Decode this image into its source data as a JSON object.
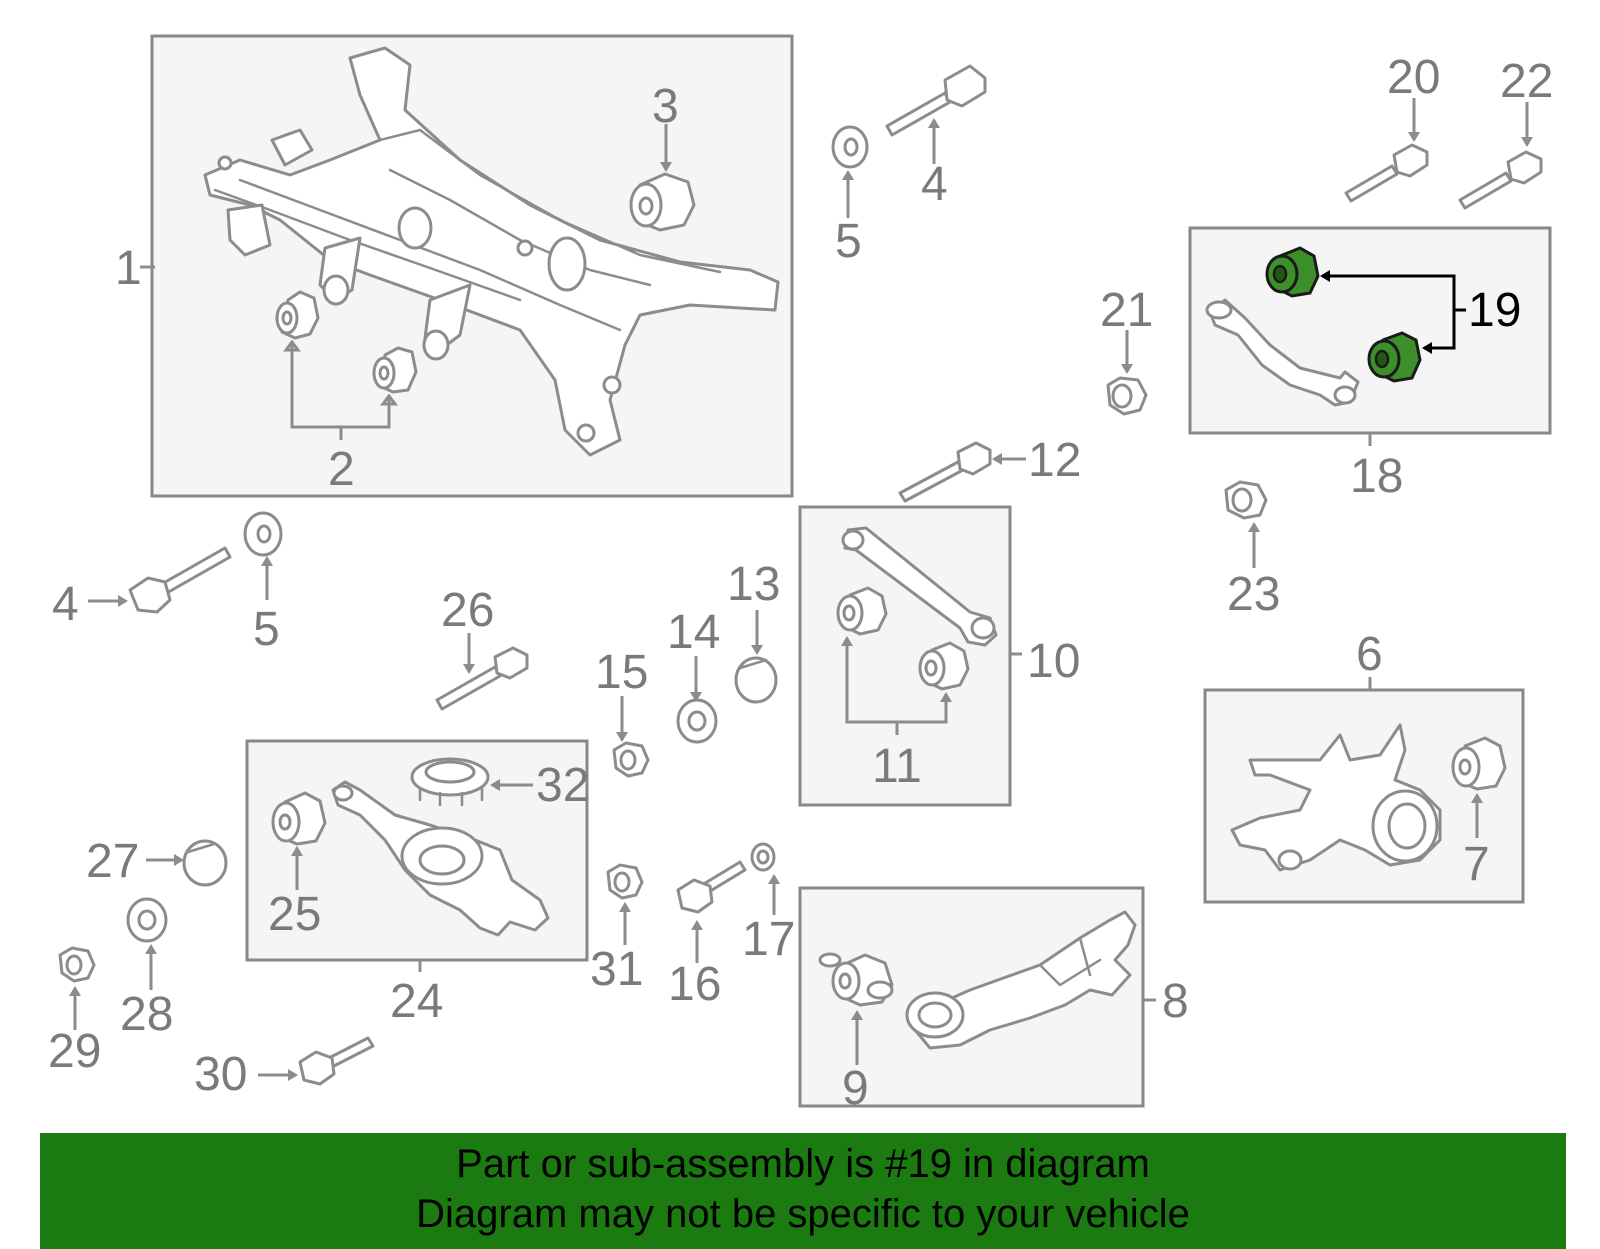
{
  "callouts": {
    "c1": "1",
    "c2": "2",
    "c3": "3",
    "c4a": "4",
    "c4b": "4",
    "c5a": "5",
    "c5b": "5",
    "c6": "6",
    "c7": "7",
    "c8": "8",
    "c9": "9",
    "c10": "10",
    "c11": "11",
    "c12": "12",
    "c13": "13",
    "c14": "14",
    "c15": "15",
    "c16": "16",
    "c17": "17",
    "c18": "18",
    "c19": "19",
    "c20": "20",
    "c21": "21",
    "c22": "22",
    "c23": "23",
    "c24": "24",
    "c25": "25",
    "c26": "26",
    "c27": "27",
    "c28": "28",
    "c29": "29",
    "c30": "30",
    "c31": "31",
    "c32": "32"
  },
  "highlighted_part": "19",
  "colors": {
    "banner": "#1b7a10",
    "highlight_part": "#3d8f2a",
    "line": "#8c8c8c"
  },
  "banner": {
    "line1": "Part or sub-assembly is #19 in diagram",
    "line2": "Diagram may not be specific to your vehicle"
  }
}
